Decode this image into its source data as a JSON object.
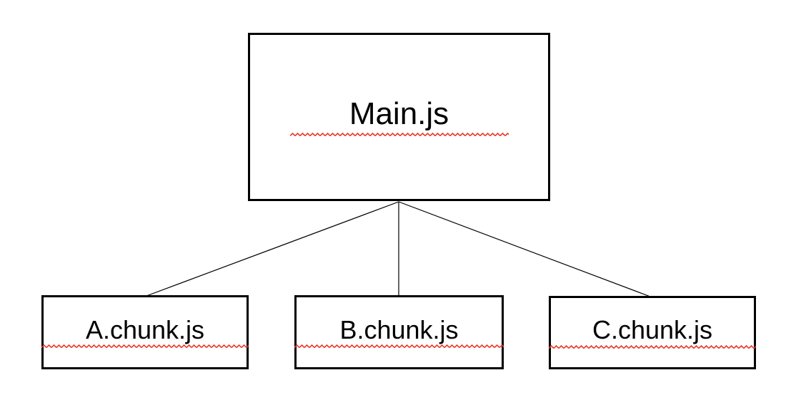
{
  "diagram": {
    "type": "tree",
    "background_color": "#ffffff",
    "node_border_color": "#000000",
    "text_color": "#000000",
    "edge_color": "#000000",
    "spellcheck_underline_color": "#e8392e",
    "nodes": {
      "main": {
        "label": "Main.js"
      },
      "chunk_a": {
        "label": "A.chunk.js"
      },
      "chunk_b": {
        "label": "B.chunk.js"
      },
      "chunk_c": {
        "label": "C.chunk.js"
      }
    },
    "edges": [
      {
        "from": "Main.js",
        "to": "A.chunk.js"
      },
      {
        "from": "Main.js",
        "to": "B.chunk.js"
      },
      {
        "from": "Main.js",
        "to": "C.chunk.js"
      }
    ]
  }
}
